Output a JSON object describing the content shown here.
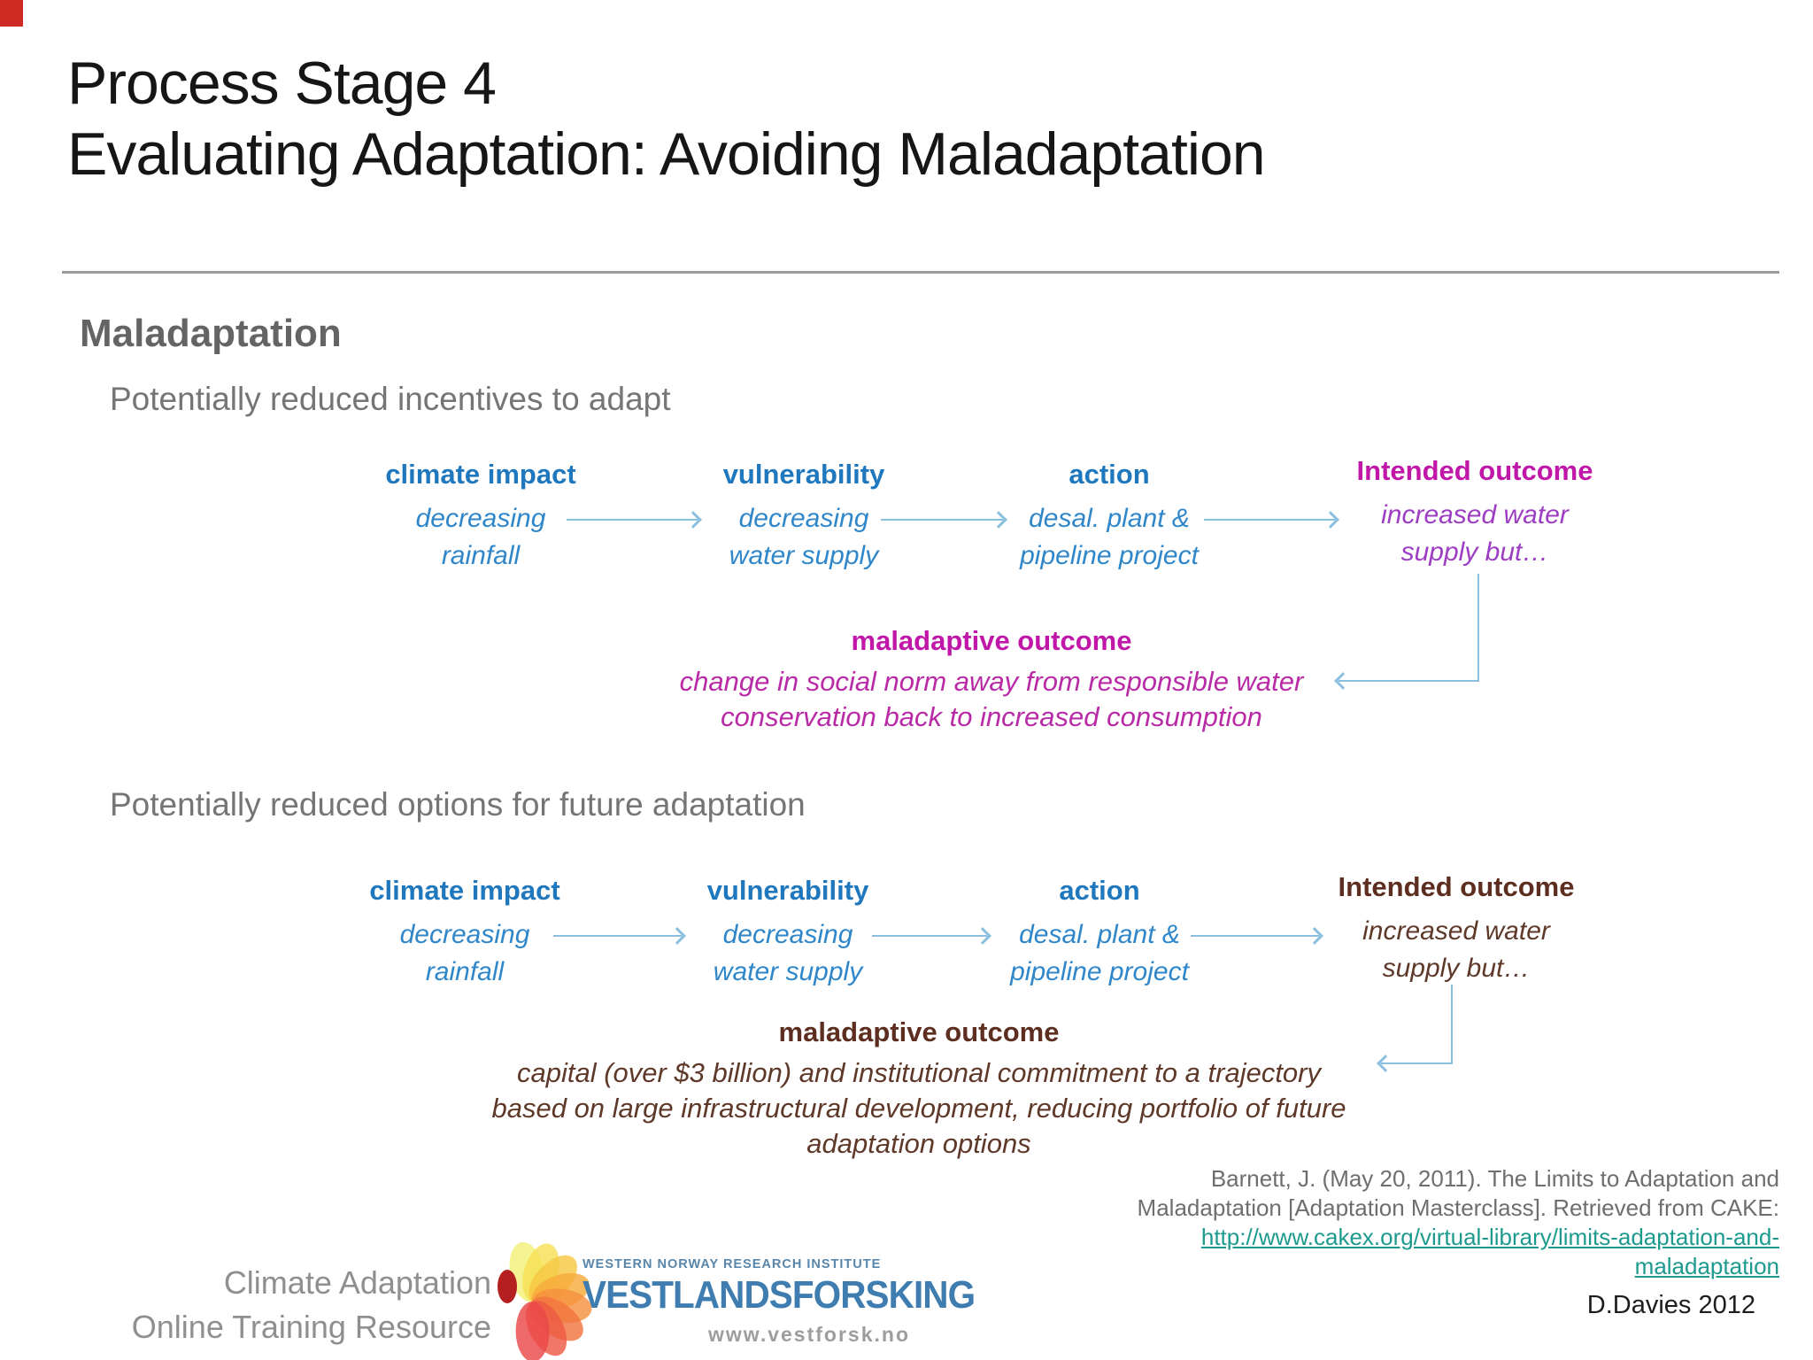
{
  "slide": {
    "title_line1": "Process Stage 4",
    "title_line2": "Evaluating Adaptation: Avoiding Maladaptation",
    "section_heading": "Maladaptation",
    "subsection1": "Potentially reduced incentives to adapt",
    "subsection2": "Potentially reduced options for future adaptation"
  },
  "diagram1": {
    "columns": [
      {
        "label": "climate impact",
        "lines": [
          "decreasing",
          "rainfall"
        ]
      },
      {
        "label": "vulnerability",
        "lines": [
          "decreasing",
          "water supply"
        ]
      },
      {
        "label": "action",
        "lines": [
          "desal. plant &",
          "pipeline project"
        ]
      },
      {
        "label": "Intended outcome",
        "lines": [
          "increased water",
          "supply but…"
        ]
      }
    ],
    "maladaptive": {
      "label": "maladaptive outcome",
      "lines": [
        "change in social norm away from responsible water",
        "conservation back to increased consumption"
      ]
    }
  },
  "diagram2": {
    "columns": [
      {
        "label": "climate impact",
        "lines": [
          "decreasing",
          "rainfall"
        ]
      },
      {
        "label": "vulnerability",
        "lines": [
          "decreasing",
          "water supply"
        ]
      },
      {
        "label": "action",
        "lines": [
          "desal. plant &",
          "pipeline project"
        ]
      },
      {
        "label": "Intended outcome",
        "lines": [
          "increased water",
          "supply but…"
        ]
      }
    ],
    "maladaptive": {
      "label": "maladaptive outcome",
      "lines": [
        "capital (over $3 billion) and institutional commitment to a trajectory",
        "based on large infrastructural development, reducing portfolio of future",
        "adaptation options"
      ]
    }
  },
  "citation": {
    "line1": "Barnett, J. (May 20, 2011). The Limits to Adaptation and",
    "line2": "Maladaptation [Adaptation Masterclass]. Retrieved from CAKE:",
    "link_line1": "http://www.cakex.org/virtual-library/limits-adaptation-and-",
    "link_line2": "maladaptation",
    "author": "D.Davies 2012"
  },
  "footer": {
    "left_line1": "Climate Adaptation",
    "left_line2": "Online Training Resource",
    "logo_institute": "WESTERN NORWAY RESEARCH INSTITUTE",
    "logo_name": "VESTLANDSFORSKING",
    "logo_url": "www.vestforsk.no"
  },
  "colors": {
    "title_black": "#161616",
    "heading_gray": "#646464",
    "subheading_gray": "#757575",
    "divider_gray": "#9c9c9c",
    "flow_blue_bold": "#1f78bd",
    "flow_blue_italic": "#2f86c9",
    "arrow_blue": "#8abfde",
    "magenta_bold": "#c117a9",
    "purple_italic": "#9c3dc3",
    "pink_italic": "#b82aa6",
    "brown_bold": "#5d2e20",
    "brown_italic": "#5e3829",
    "link_teal": "#1d9a8e",
    "citation_gray": "#6e6e6e",
    "footer_gray": "#8f8f8f",
    "logo_blue": "#3f7db0",
    "logo_small_blue": "#5886ab",
    "url_gray": "#9d9d9d",
    "corner_red": "#cf2b24",
    "logo_core": "#b51f1f",
    "logo_petals": [
      "#f3ef7a",
      "#f6df55",
      "#f7c843",
      "#f7ab3c",
      "#f59140",
      "#f2753f",
      "#ee5a44",
      "#ea4848"
    ]
  }
}
